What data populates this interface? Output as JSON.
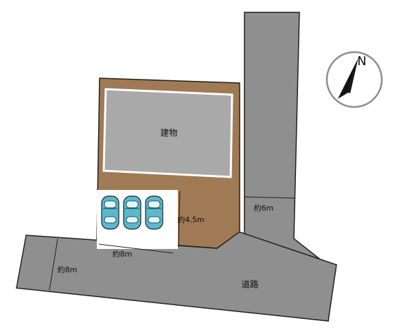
{
  "map": {
    "colors": {
      "road": "#8f8f8f",
      "road_outline": "#1f1f1f",
      "lot": "#a07a54",
      "building": "#a9a9a9",
      "parking": "#ffffff",
      "car_body": "#58b9cf"
    },
    "compass": {
      "label": "N",
      "icon": "north-arrow-icon"
    },
    "labels": {
      "building": "建物",
      "road_name": "道路",
      "road_width_side": "約6m",
      "road_width_front": "約8m",
      "parking_width": "約8m",
      "parking_depth": "約4.5m"
    },
    "parking": {
      "cars": 3
    }
  }
}
